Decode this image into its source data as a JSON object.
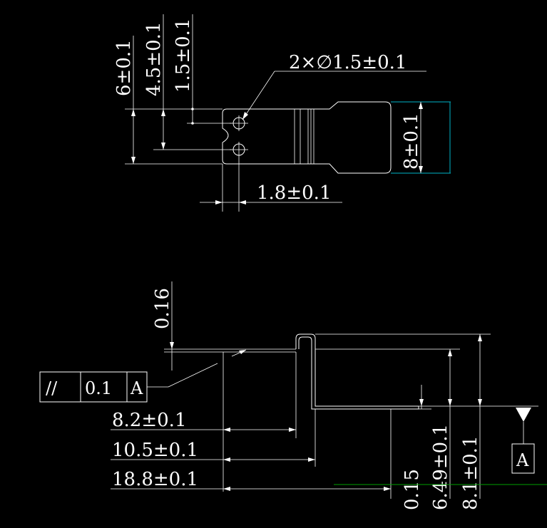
{
  "top_view": {
    "dim_6": "6±0.1",
    "dim_4_5": "4.5±0.1",
    "dim_1_5": "1.5±0.1",
    "hole_spec": "2×∅1.5±0.1",
    "dim_8": "8±0.1",
    "dim_1_8": "1.8±0.1"
  },
  "side_view": {
    "dim_0_16": "0.16",
    "tolerance_symbol": "//",
    "tolerance_value": "0.1",
    "datum_ref": "A",
    "dim_8_2": "8.2±0.1",
    "dim_10_5": "10.5±0.1",
    "dim_18_8": "18.8±0.1",
    "dim_0_15": "0.15",
    "dim_6_49": "6.49±0.1",
    "dim_8_1": "8.1±0.1",
    "datum_label": "A"
  },
  "colors": {
    "background": "#000000",
    "line": "#ffffff",
    "accent_cyan": "#00b4c8",
    "accent_green": "#00a000"
  }
}
